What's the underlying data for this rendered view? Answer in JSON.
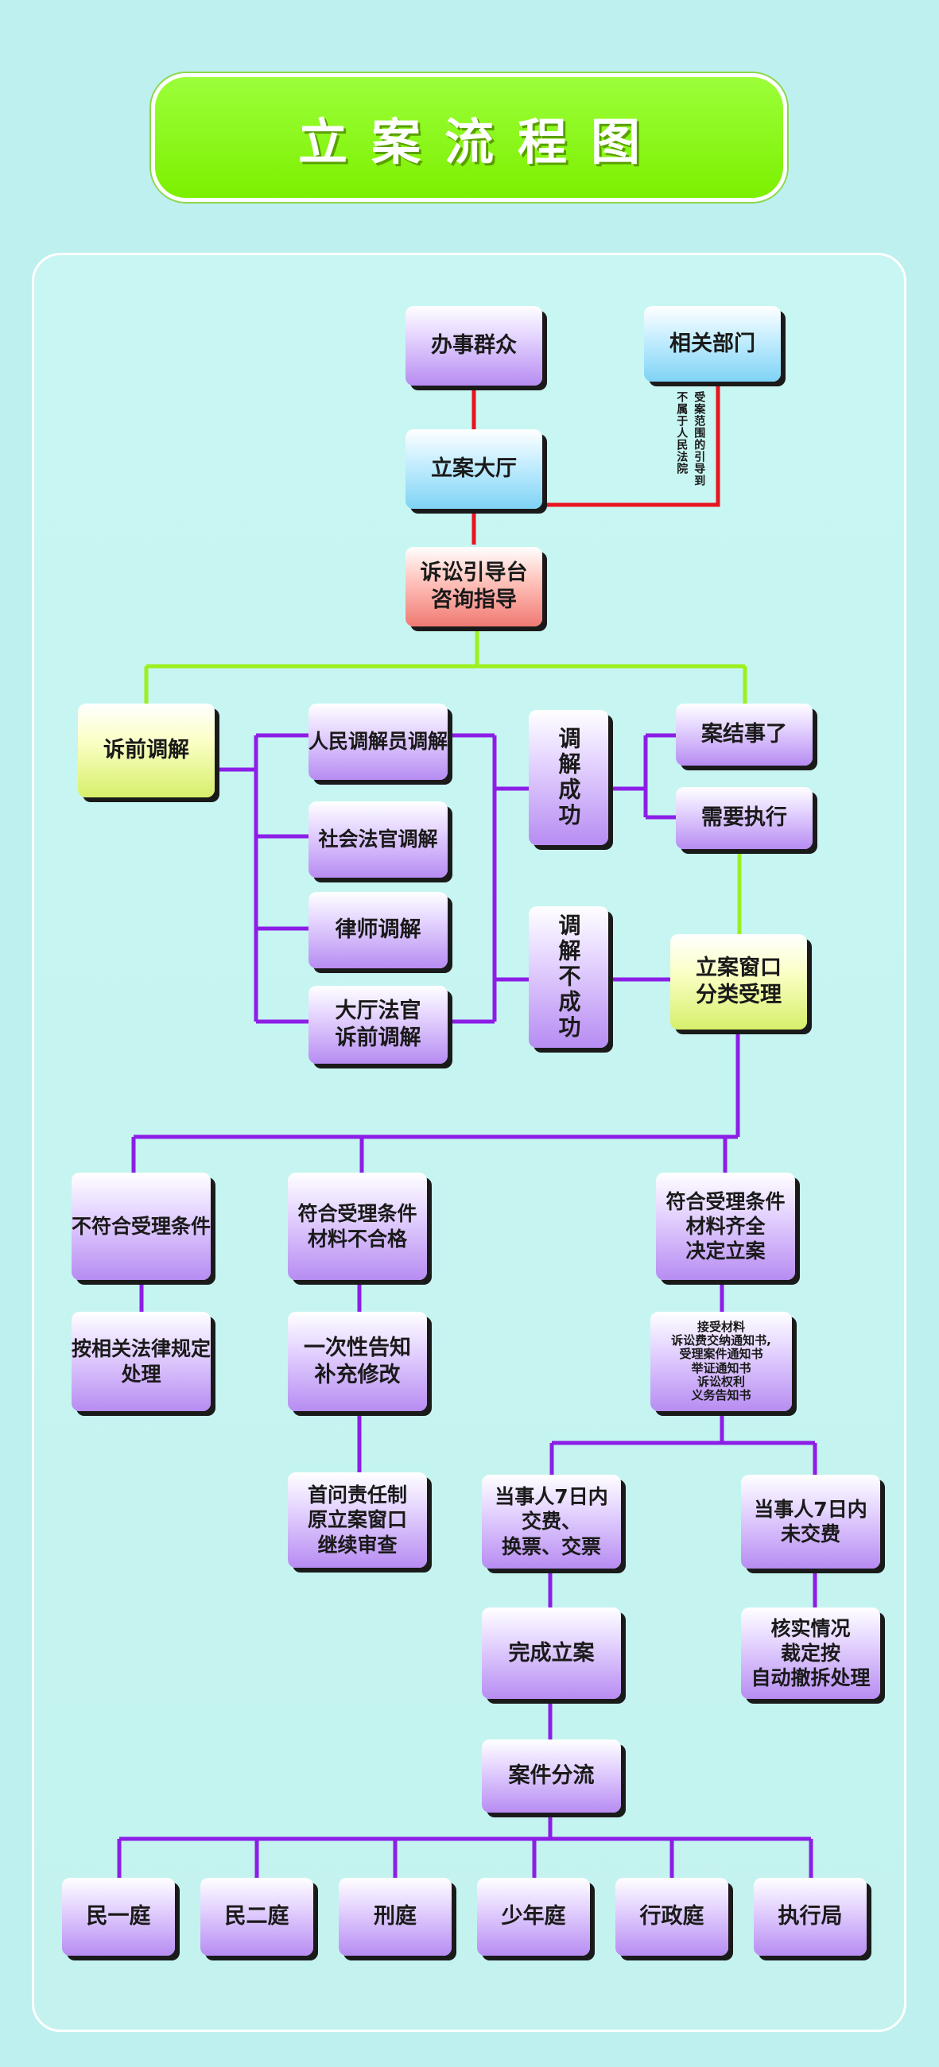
{
  "title": "立案流程图",
  "colors": {
    "red_line": "#e8141e",
    "green_line": "#9cf01e",
    "purple_line": "#8c1ee6"
  },
  "nodes": {
    "banshi_qunzhong": "办事群众",
    "xiangguan_bumen": "相关部门",
    "lian_dating": "立案大厅",
    "yindao_note_1": "不属于人民法院",
    "yindao_note_2": "受案范围的引导到",
    "susong_yindaotai": "诉讼引导台\n咨询指导",
    "suqian_tiaojie": "诉前调解",
    "renmin_tiaojieyuan": "人民调解员调解",
    "shehui_faguan": "社会法官调解",
    "lvshi_tiaojie": "律师调解",
    "dating_faguan": "大厅法官\n诉前调解",
    "tiaojie_chenggong": "调解成功",
    "tiaojie_bu_chenggong": "调解不成功",
    "anjie_shiliao": "案结事了",
    "xuyao_zhixing": "需要执行",
    "lian_chuangkou": "立案窗口\n分类受理",
    "bufuhe_tiaojian": "不符合受理条件",
    "fuhe_buhege": "符合受理条件\n材料不合格",
    "fuhe_qiquan": "符合受理条件\n材料齐全\n决定立案",
    "falv_chuli": "按相关法律规定\n处理",
    "yici_gaozhi": "一次性告知\n补充修改",
    "shouwen_zeren": "首问责任制\n原立案窗口\n继续审查",
    "jieshou_cailiao": "接受材料\n诉讼费交纳通知书,\n受理案件通知书\n举证通知书\n诉讼权利\n义务告知书",
    "jiaofei_7ri": "当事人7日内\n交费、\n换票、交票",
    "weijiaofei_7ri": "当事人7日内\n未交费",
    "wancheng_lian": "完成立案",
    "heshi_qingkuang": "核实情况\n裁定按\n自动撤拆处理",
    "anjian_fenliu": "案件分流",
    "minyi_ting": "民一庭",
    "miner_ting": "民二庭",
    "xing_ting": "刑庭",
    "shaonian_ting": "少年庭",
    "xingzheng_ting": "行政庭",
    "zhixing_ju": "执行局"
  }
}
